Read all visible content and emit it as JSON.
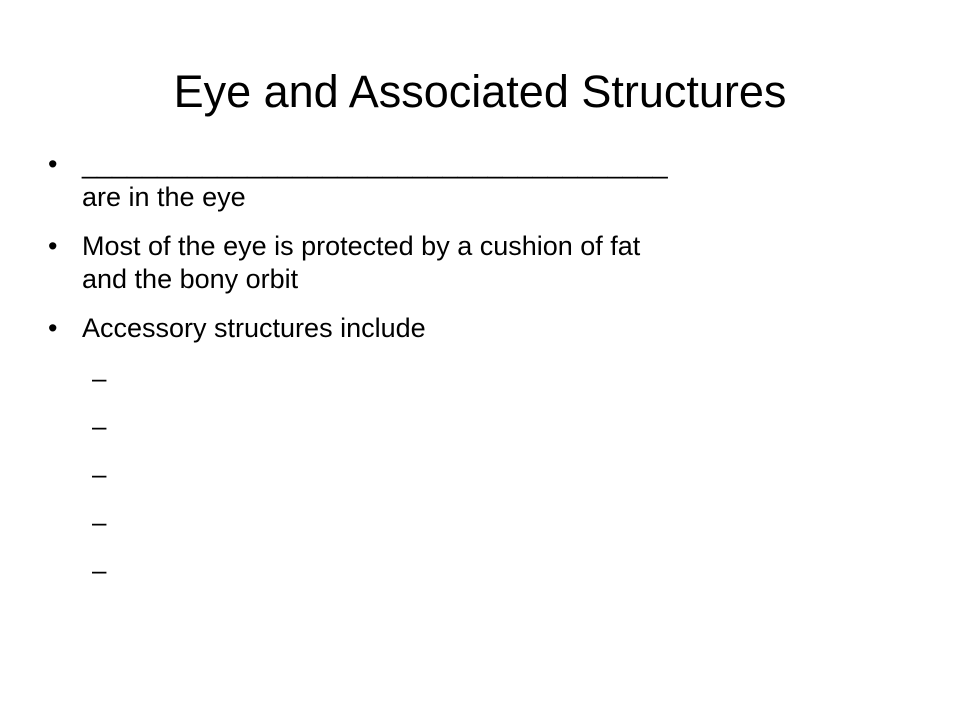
{
  "slide": {
    "title": "Eye and Associated Structures",
    "bullet_char": "•",
    "dash_char": "–",
    "bullets": [
      {
        "line1": "_______________________________________",
        "line2": "are in the eye"
      },
      {
        "line1": "Most of the eye is protected by a cushion of fat",
        "line2": "and the bony orbit"
      },
      {
        "line1": "Accessory structures include",
        "line2": ""
      }
    ],
    "sub_items": [
      "",
      "",
      "",
      "",
      ""
    ]
  }
}
